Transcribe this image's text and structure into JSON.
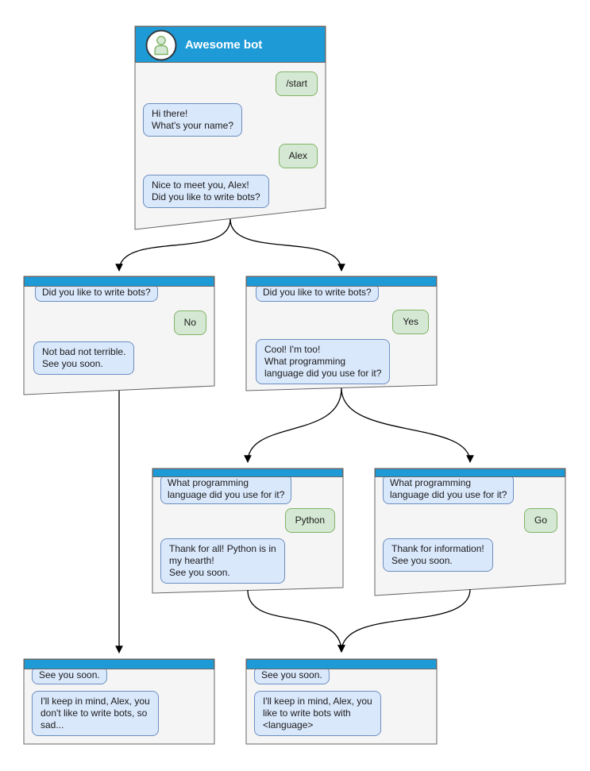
{
  "bot": {
    "title": "Awesome bot",
    "avatar_icon": "person-icon"
  },
  "colors": {
    "header_blue": "#1e9bd7",
    "window_body": "#f5f5f5",
    "window_stroke": "#666666",
    "bot_bubble_fill": "#dae8fc",
    "bot_bubble_stroke": "#6c8ebf",
    "user_bubble_fill": "#d5e8d4",
    "user_bubble_stroke": "#82b366",
    "arrow": "#000000"
  },
  "windows": [
    {
      "name": "start-window",
      "title": "Awesome bot",
      "bubbles": [
        {
          "from": "user",
          "text": "/start"
        },
        {
          "from": "bot",
          "text": "Hi there!\nWhat's your name?"
        },
        {
          "from": "user",
          "text": "Alex"
        },
        {
          "from": "bot",
          "text": "Nice to meet you, Alex!\nDid you like to write bots?"
        }
      ]
    },
    {
      "name": "branch-no-window",
      "bubbles": [
        {
          "from": "bot",
          "text": "Did you like to write bots?"
        },
        {
          "from": "user",
          "text": "No"
        },
        {
          "from": "bot",
          "text": "Not bad not terrible.\nSee you soon."
        }
      ]
    },
    {
      "name": "branch-yes-window",
      "bubbles": [
        {
          "from": "bot",
          "text": "Did you like to write bots?"
        },
        {
          "from": "user",
          "text": "Yes"
        },
        {
          "from": "bot",
          "text": "Cool! I'm too!\nWhat programming\nlanguage did you use for it?"
        }
      ]
    },
    {
      "name": "branch-python-window",
      "bubbles": [
        {
          "from": "bot",
          "text": "What programming\nlanguage did you use for it?"
        },
        {
          "from": "user",
          "text": "Python"
        },
        {
          "from": "bot",
          "text": "Thank for all! Python is in\nmy hearth!\nSee you soon."
        }
      ]
    },
    {
      "name": "branch-go-window",
      "bubbles": [
        {
          "from": "bot",
          "text": "What programming\nlanguage did you use for it?"
        },
        {
          "from": "user",
          "text": "Go"
        },
        {
          "from": "bot",
          "text": "Thank for information!\nSee you soon."
        }
      ]
    },
    {
      "name": "end-no-window",
      "bubbles": [
        {
          "from": "bot",
          "text": "See you soon."
        },
        {
          "from": "bot",
          "text": "I'll keep in mind, Alex, you\ndon't like to write bots, so\nsad..."
        }
      ]
    },
    {
      "name": "end-yes-window",
      "bubbles": [
        {
          "from": "bot",
          "text": "See you soon."
        },
        {
          "from": "bot",
          "text": "I'll keep in mind, Alex, you\nlike to write bots with\n<language>"
        }
      ]
    }
  ]
}
